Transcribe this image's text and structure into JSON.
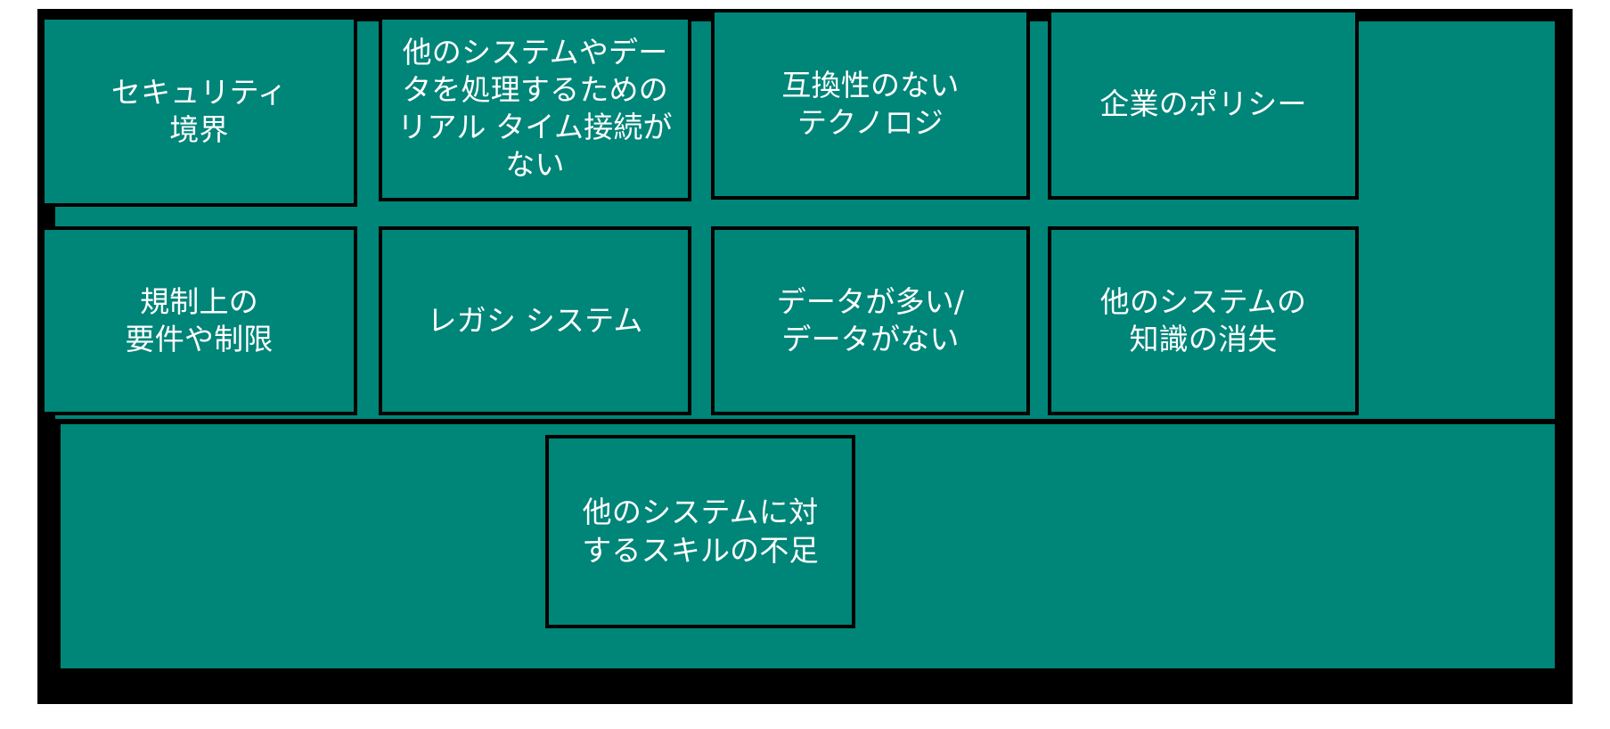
{
  "diagram": {
    "type": "grid-of-cards",
    "card_fill_color": "#008579",
    "card_border_color": "#000000",
    "card_text_color": "#ffffff",
    "page_background_color": "#ffffff",
    "rows": [
      {
        "row_index": 1,
        "cards": [
          {
            "id": "security-boundary",
            "label": "セキュリティ\n境界"
          },
          {
            "id": "no-realtime",
            "label": "他のシステムやデータを処理するためのリアル タイム接続がない"
          },
          {
            "id": "incompatible-tech",
            "label": "互換性のない\nテクノロジ"
          },
          {
            "id": "corporate-policy",
            "label": "企業のポリシー"
          }
        ]
      },
      {
        "row_index": 2,
        "cards": [
          {
            "id": "regulatory",
            "label": "規制上の\n要件や制限"
          },
          {
            "id": "legacy-system",
            "label": "レガシ システム"
          },
          {
            "id": "data-volume",
            "label": "データが多い/\nデータがない"
          },
          {
            "id": "knowledge-loss",
            "label": "他のシステムの\n知識の消失"
          }
        ]
      },
      {
        "row_index": 3,
        "cards": [
          {
            "id": "skills-gap",
            "label": "他のシステムに対\nするスキルの不足"
          }
        ]
      }
    ]
  }
}
